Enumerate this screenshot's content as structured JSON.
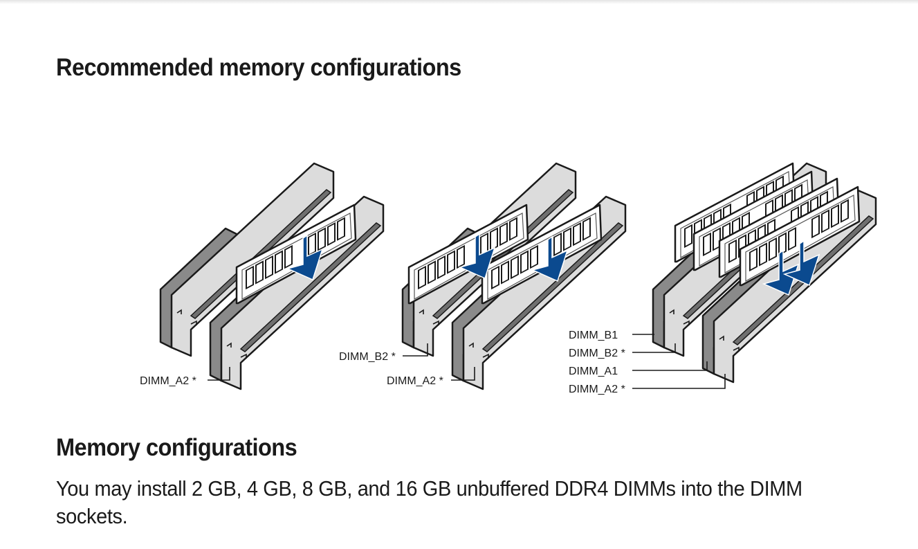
{
  "heading_recommended": "Recommended memory configurations",
  "figures": [
    {
      "name": "one-dimm",
      "labels": [
        "DIMM_A2 *"
      ]
    },
    {
      "name": "two-dimms",
      "labels": [
        "DIMM_B2 *",
        "DIMM_A2 *"
      ]
    },
    {
      "name": "four-dimms",
      "labels": [
        "DIMM_B1",
        "DIMM_B2 *",
        "DIMM_A1",
        "DIMM_A2 *"
      ]
    }
  ],
  "heading_memory": "Memory configurations",
  "paragraph": "You may install 2 GB, 4 GB, 8 GB, and 16 GB unbuffered DDR4 DIMMs into the DIMM sockets.",
  "colors": {
    "arrow": "#0b4a8f",
    "slot_dark": "#8a8a8a",
    "slot_light": "#dcdcdc"
  }
}
